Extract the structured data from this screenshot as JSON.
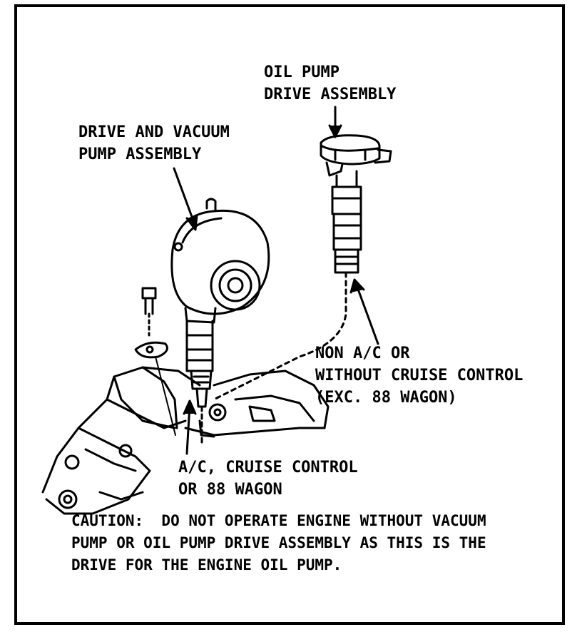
{
  "labels": {
    "oil_pump": [
      "OIL PUMP",
      "DRIVE ASSEMBLY"
    ],
    "drive_vacuum": [
      "DRIVE AND VACUUM",
      "PUMP ASSEMBLY"
    ],
    "non_ac": [
      "NON A/C OR",
      "WITHOUT CRUISE CONTROL",
      "(EXC. 88 WAGON)"
    ],
    "ac_cruise": [
      "A/C, CRUISE CONTROL",
      "OR 88 WAGON"
    ],
    "caution": [
      "CAUTION:  DO NOT OPERATE ENGINE WITHOUT VACUUM",
      "PUMP OR OIL PUMP DRIVE ASSEMBLY AS THIS IS THE",
      "DRIVE FOR THE ENGINE OIL PUMP."
    ]
  }
}
